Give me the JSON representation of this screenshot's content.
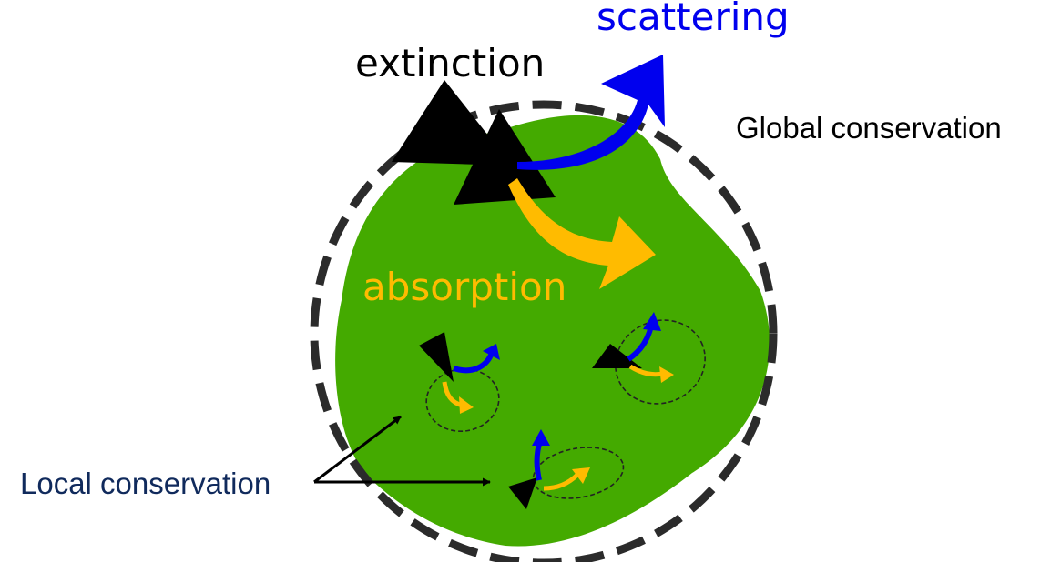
{
  "labels": {
    "scattering": "scattering",
    "extinction": "extinction",
    "absorption": "absorption",
    "global_conservation": "Global conservation",
    "local_conservation": "Local conservation"
  },
  "colors": {
    "body_fill": "#44aa00",
    "boundary": "#2b2b2b",
    "extinction": "#000000",
    "scattering": "#0000ee",
    "absorption": "#ffbb00",
    "local_label": "#102a5c",
    "local_loop": "#222222"
  }
}
